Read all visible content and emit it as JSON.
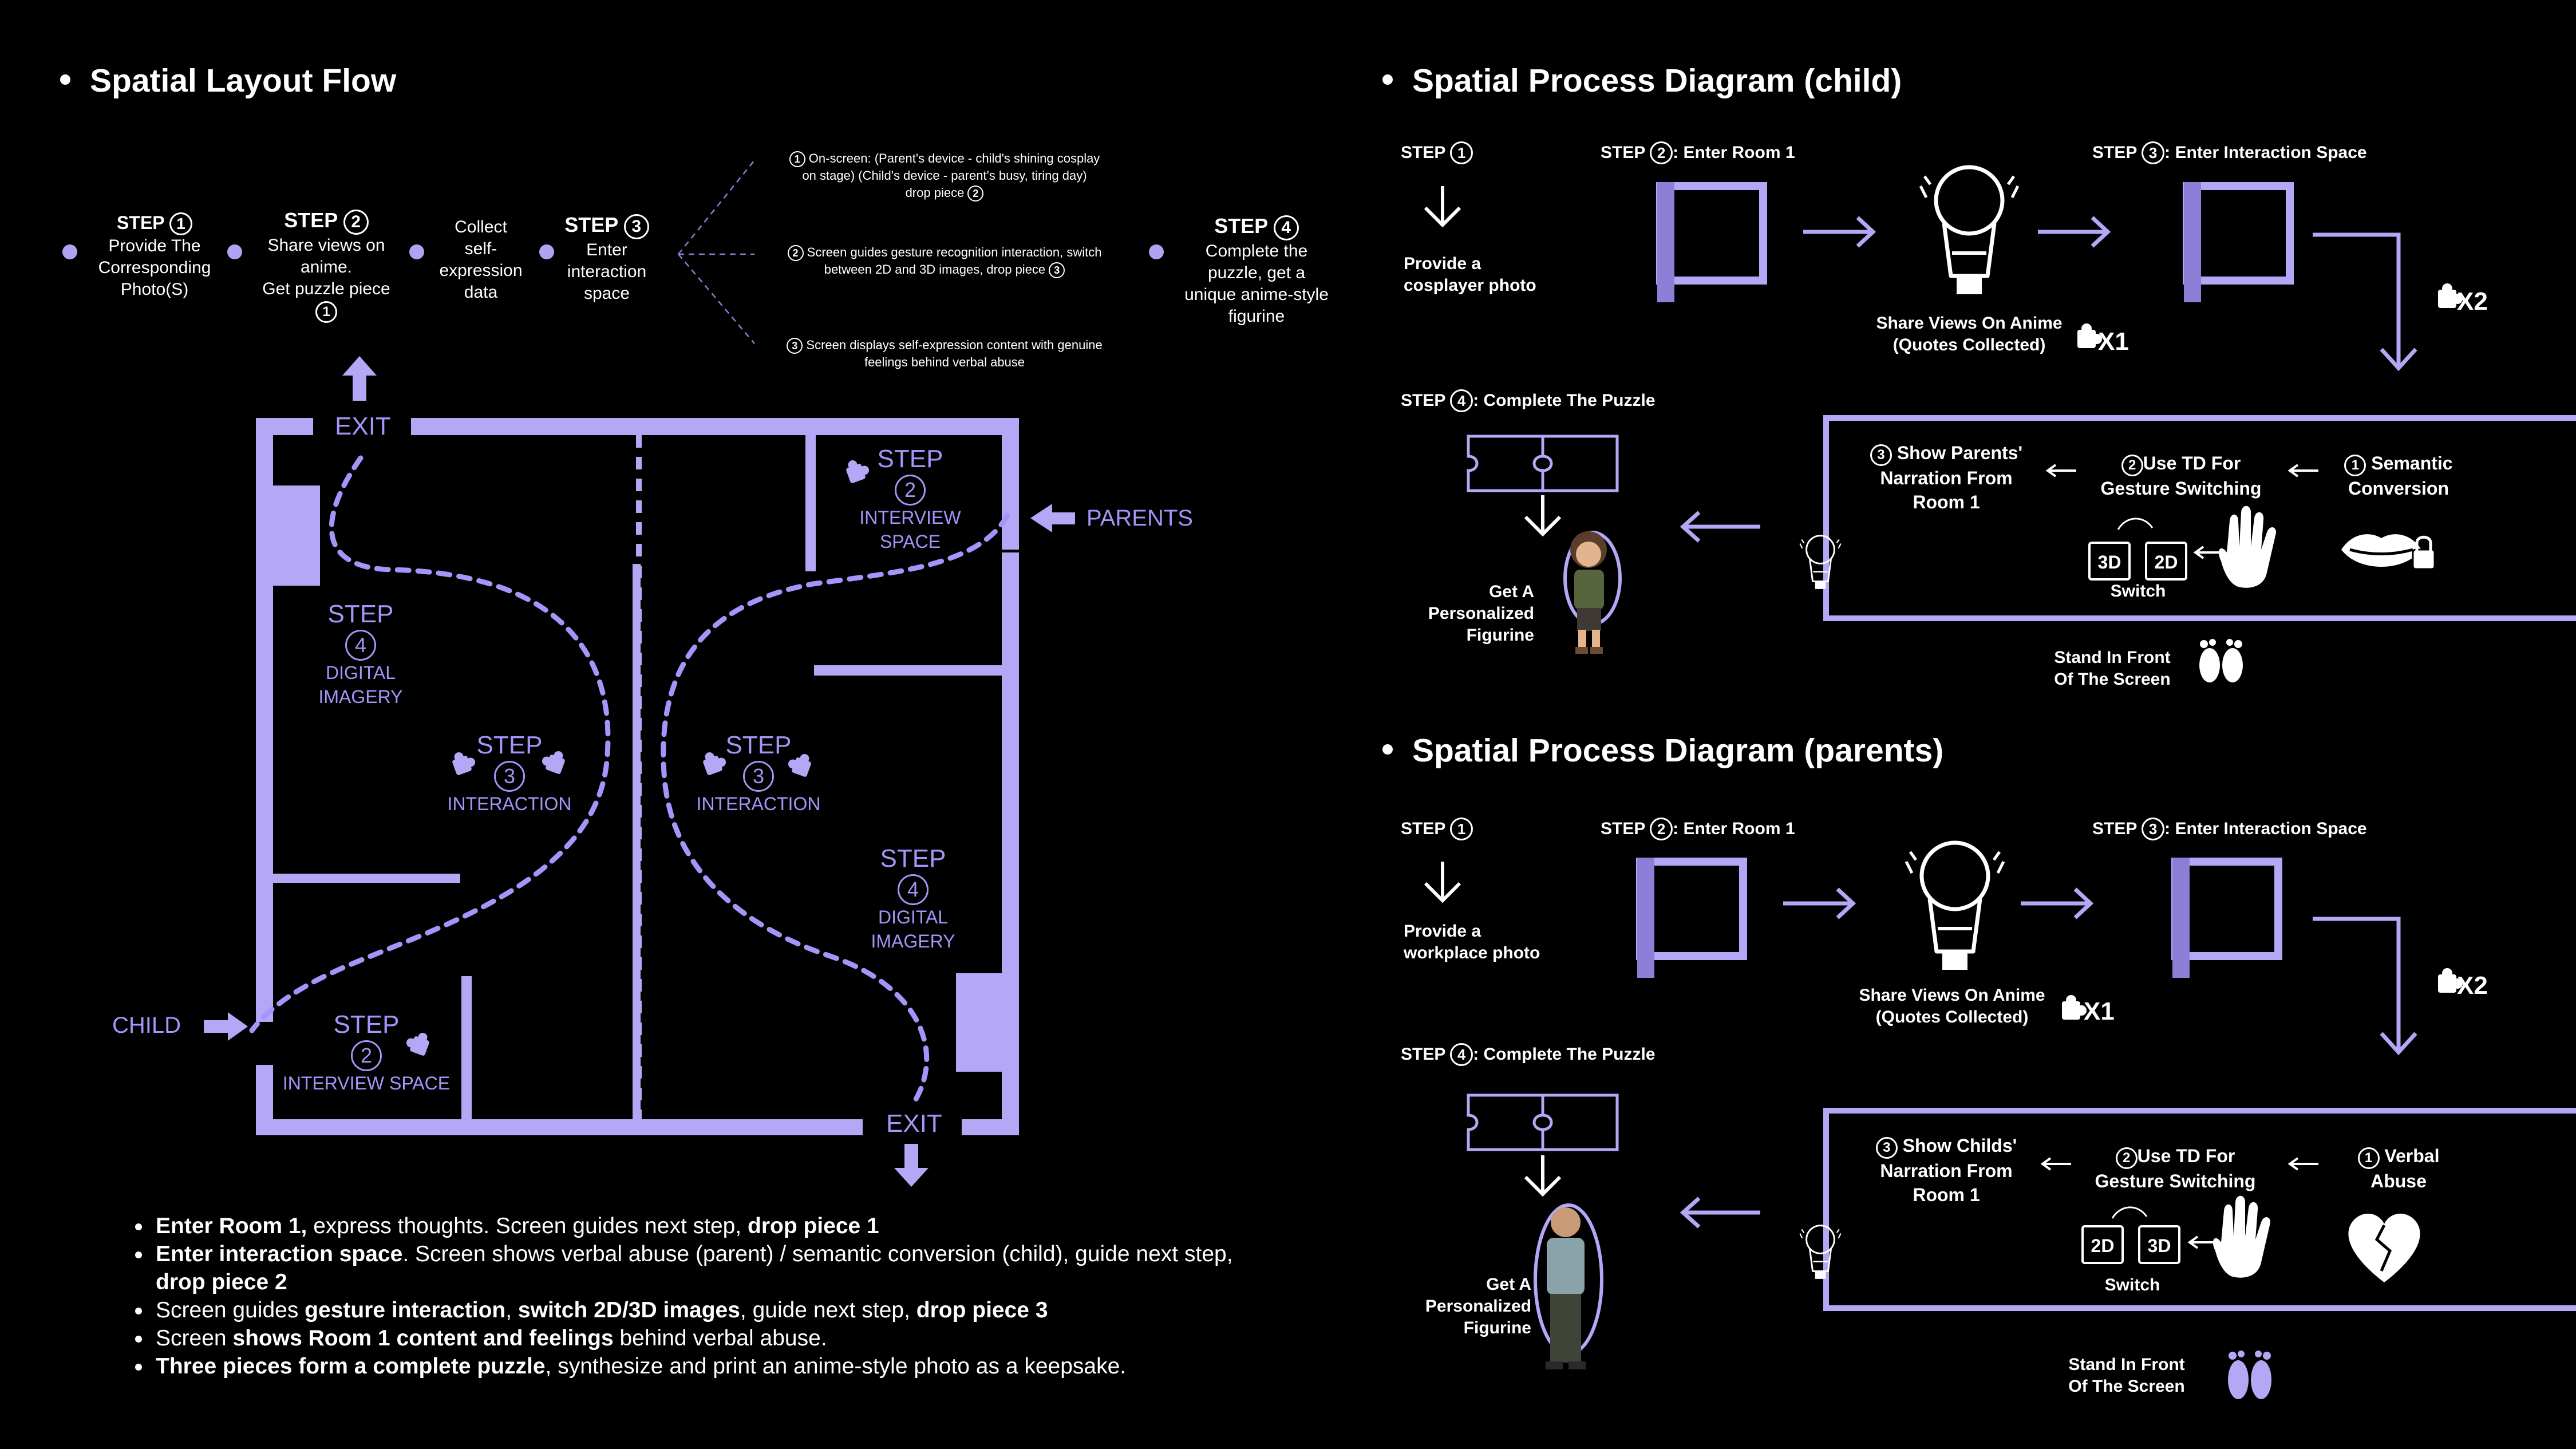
{
  "layout_flow": {
    "title": "Spatial Layout Flow",
    "step_word": "STEP",
    "steps": [
      {
        "num": "1",
        "lines": [
          "Provide The",
          "Corresponding",
          "Photo(S)"
        ]
      },
      {
        "num": "2",
        "lines": [
          "Share views on",
          "anime.",
          "Get puzzle piece"
        ],
        "sub_num": "1"
      },
      {
        "num": "",
        "lines": [
          "Collect",
          "self-",
          "expression",
          "data"
        ]
      },
      {
        "num": "3",
        "lines": [
          "Enter",
          "interaction",
          "space"
        ]
      },
      {
        "num": "4",
        "lines": [
          "Complete the",
          "puzzle, get a",
          "unique anime-style",
          "figurine"
        ]
      }
    ],
    "branches": [
      {
        "num": "1",
        "lines": [
          "On-screen: (Parent's device - child's shining cosplay",
          "on stage) (Child's device - parent's busy, tiring day)",
          "drop piece"
        ],
        "drop_num": "2"
      },
      {
        "num": "2",
        "lines": [
          "Screen guides gesture recognition interaction, switch",
          "between 2D and 3D images, drop piece"
        ],
        "drop_num": "3"
      },
      {
        "num": "3",
        "lines": [
          "Screen displays self-expression content with genuine",
          "feelings behind verbal abuse"
        ]
      }
    ]
  },
  "floorplan": {
    "exit_top": "EXIT",
    "exit_bottom": "EXIT",
    "parents": "PARENTS",
    "child": "CHILD",
    "step_word": "STEP",
    "zones": {
      "interview_right": {
        "num": "2",
        "label1": "INTERVIEW",
        "label2": "SPACE"
      },
      "imagery_left": {
        "num": "4",
        "label1": "DIGITAL",
        "label2": "IMAGERY"
      },
      "interaction_left": {
        "num": "3",
        "label1": "INTERACTION"
      },
      "interaction_right": {
        "num": "3",
        "label1": "INTERACTION"
      },
      "imagery_right": {
        "num": "4",
        "label1": "DIGITAL",
        "label2": "IMAGERY"
      },
      "interview_left": {
        "num": "2",
        "label1": "INTERVIEW SPACE"
      }
    }
  },
  "notes": [
    [
      {
        "b": true,
        "t": "Enter Room 1,"
      },
      {
        "b": false,
        "t": " express thoughts. Screen guides next step, "
      },
      {
        "b": true,
        "t": "drop piece 1"
      }
    ],
    [
      {
        "b": true,
        "t": "Enter interaction space"
      },
      {
        "b": false,
        "t": ". Screen shows verbal abuse (parent) / semantic conversion (child), guide next step,"
      }
    ],
    [
      {
        "b": true,
        "t": "drop piece 2"
      }
    ],
    [
      {
        "b": false,
        "t": "Screen guides "
      },
      {
        "b": true,
        "t": "gesture interaction"
      },
      {
        "b": false,
        "t": ", "
      },
      {
        "b": true,
        "t": "switch 2D/3D images"
      },
      {
        "b": false,
        "t": ", guide next step, "
      },
      {
        "b": true,
        "t": "drop piece 3"
      }
    ],
    [
      {
        "b": false,
        "t": "Screen "
      },
      {
        "b": true,
        "t": "shows Room 1 content and feelings"
      },
      {
        "b": false,
        "t": " behind verbal abuse."
      }
    ],
    [
      {
        "b": true,
        "t": "Three pieces form a complete puzzle"
      },
      {
        "b": false,
        "t": ", synthesize and print an anime-style photo as a keepsake."
      }
    ]
  ],
  "child_diagram": {
    "title": "Spatial Process Diagram  (child)",
    "step1": {
      "label": "STEP",
      "num": "1",
      "caption": [
        "Provide a",
        "cosplayer photo"
      ]
    },
    "step2": {
      "label": "STEP",
      "num": "2",
      "suffix": ": Enter Room 1"
    },
    "step3": {
      "label": "STEP",
      "num": "3",
      "suffix": ": Enter Interaction Space"
    },
    "step4": {
      "label": "STEP",
      "num": "4",
      "suffix": ": Complete The Puzzle"
    },
    "share": [
      "Share Views On Anime",
      "(Quotes Collected)"
    ],
    "x1": "X1",
    "x2": "X2",
    "box": {
      "item1": {
        "num": "1",
        "lines": [
          "Semantic",
          "Conversion"
        ]
      },
      "item2": {
        "num": "2",
        "lines": [
          "Use TD For",
          "Gesture Switching"
        ]
      },
      "item3": {
        "num": "3",
        "lines": [
          "Show Parents'",
          "Narration From",
          "Room 1"
        ]
      },
      "btn_a": "3D",
      "btn_b": "2D",
      "switch": "Switch"
    },
    "stand": [
      "Stand In Front",
      "Of The Screen"
    ],
    "figurine": [
      "Get A",
      "Personalized",
      "Figurine"
    ]
  },
  "parents_diagram": {
    "title": "Spatial Process Diagram  (parents)",
    "step1": {
      "label": "STEP",
      "num": "1",
      "caption": [
        "Provide a",
        "workplace photo"
      ]
    },
    "step2": {
      "label": "STEP",
      "num": "2",
      "suffix": ": Enter Room 1"
    },
    "step3": {
      "label": "STEP",
      "num": "3",
      "suffix": ": Enter Interaction Space"
    },
    "step4": {
      "label": "STEP",
      "num": "4",
      "suffix": ": Complete The Puzzle"
    },
    "share": [
      "Share Views On Anime",
      "(Quotes Collected)"
    ],
    "x1": "X1",
    "x2": "X2",
    "box": {
      "item1": {
        "num": "1",
        "lines": [
          "Verbal",
          "Abuse"
        ]
      },
      "item2": {
        "num": "2",
        "lines": [
          "Use TD For",
          "Gesture Switching"
        ]
      },
      "item3": {
        "num": "3",
        "lines": [
          "Show Childs'",
          "Narration From",
          "Room 1"
        ]
      },
      "btn_a": "2D",
      "btn_b": "3D",
      "switch": "Switch"
    },
    "stand": [
      "Stand In Front",
      "Of The Screen"
    ],
    "figurine": [
      "Get A",
      "Personalized",
      "Figurine"
    ]
  },
  "colors": {
    "accent": "#a594f9",
    "accent_fill": "#b4a7f5",
    "bg": "#000000",
    "text": "#ffffff"
  }
}
